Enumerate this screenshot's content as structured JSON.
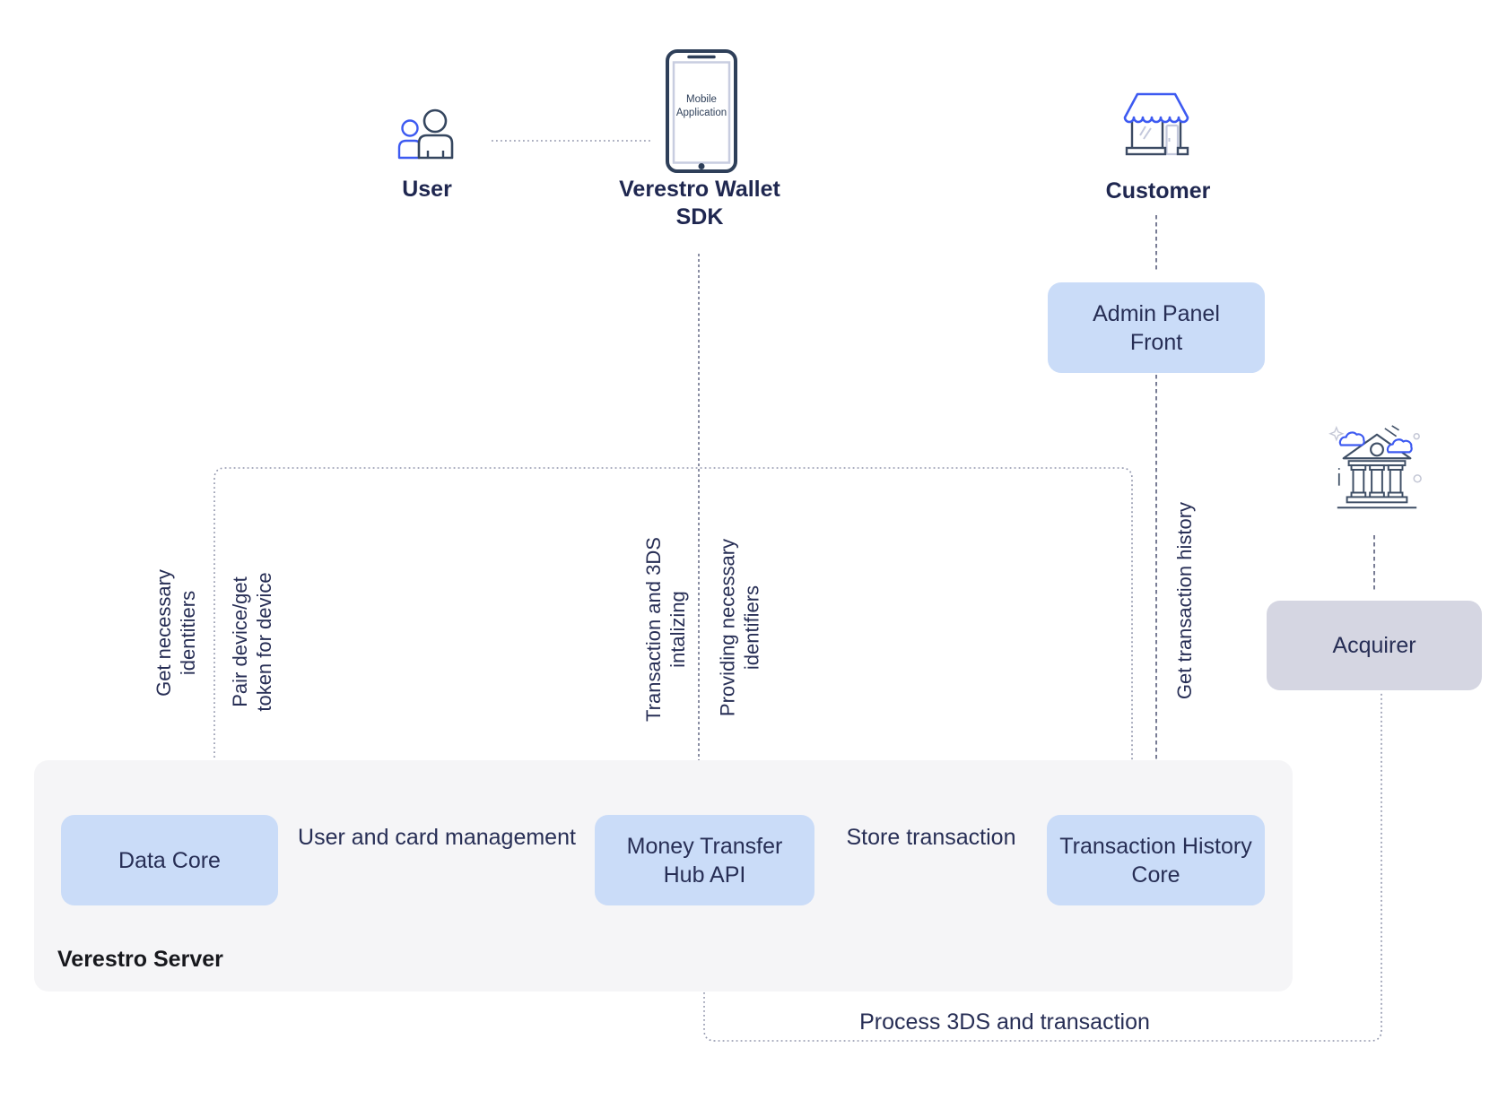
{
  "actors": {
    "user": {
      "label": "User"
    },
    "wallet_sdk": {
      "label": "Verestro Wallet\nSDK",
      "screen_text": "Mobile\nApplication"
    },
    "customer": {
      "label": "Customer"
    }
  },
  "nodes": {
    "admin_panel": {
      "label": "Admin Panel\nFront"
    },
    "acquirer": {
      "label": "Acquirer"
    },
    "data_core": {
      "label": "Data Core"
    },
    "money_transfer_hub": {
      "label": "Money Transfer\nHub API"
    },
    "transaction_history": {
      "label": "Transaction History\nCore"
    }
  },
  "server_group": {
    "label": "Verestro Server"
  },
  "edges": {
    "get_necessary_identifiers": {
      "label": "Get necessary\nidentitiers"
    },
    "pair_device": {
      "label": "Pair device/get\ntoken for device"
    },
    "transaction_3ds": {
      "label": "Transaction and 3DS\nintalizing"
    },
    "providing_identifiers": {
      "label": "Providing necessary\nidentifiers"
    },
    "get_transaction_history": {
      "label": "Get transaction history"
    },
    "user_card_management": {
      "label": "User and card management"
    },
    "store_transaction": {
      "label": "Store transaction"
    },
    "process_3ds": {
      "label": "Process 3DS and transaction"
    }
  },
  "colors": {
    "node_blue": "#cadcf8",
    "node_gray": "#d5d6e2",
    "group_bg": "#f5f5f7",
    "text_navy": "#272e55",
    "icon_navy": "#35465f",
    "icon_blue": "#3d5af1",
    "line_gray": "#8f94ab",
    "line_navy": "#3e4566"
  }
}
